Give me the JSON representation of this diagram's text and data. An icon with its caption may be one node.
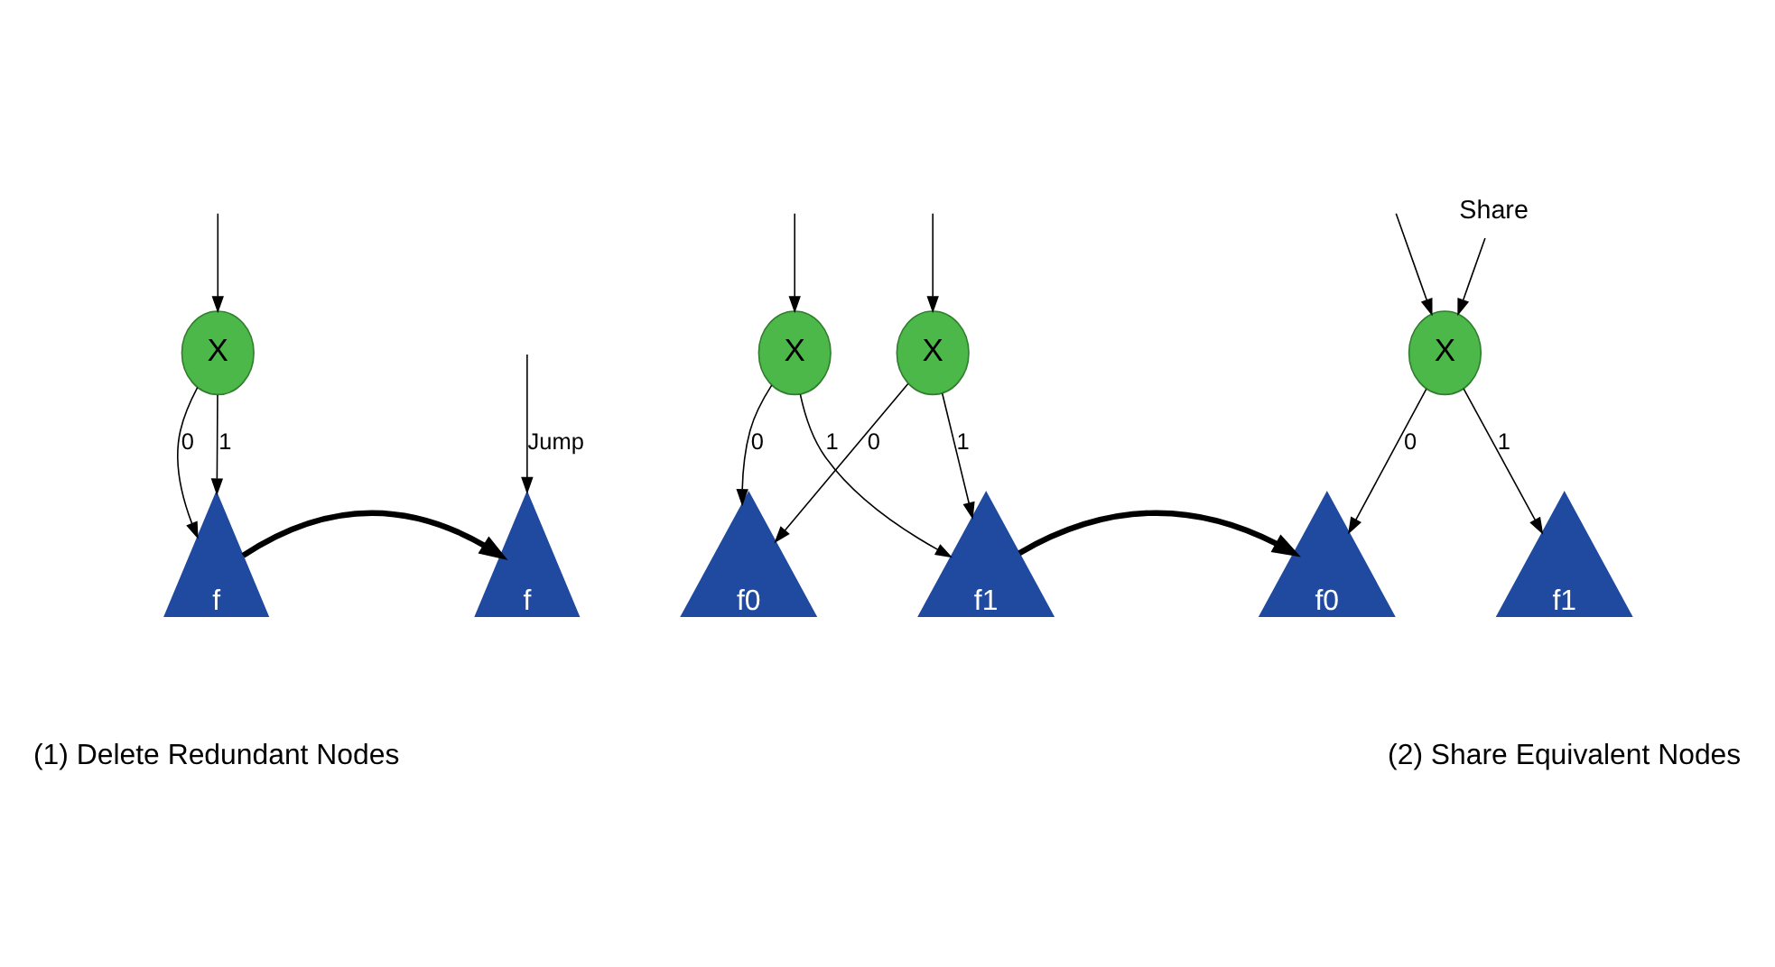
{
  "diagram": {
    "nodes": [
      {
        "text": [
          "X"
        ]
      },
      {
        "text": [
          "f"
        ]
      },
      {
        "text": [
          "f"
        ]
      },
      {
        "text": [
          "X"
        ]
      },
      {
        "text": [
          "X"
        ]
      },
      {
        "text": [
          "f0"
        ]
      },
      {
        "text": [
          "f1"
        ]
      },
      {
        "text": [
          "Share"
        ]
      },
      {
        "text": [
          "X"
        ]
      },
      {
        "text": [
          "f0"
        ]
      },
      {
        "text": [
          "f1"
        ]
      }
    ],
    "edges": [
      {
        "from": null,
        "to": 0,
        "arrow": "to"
      },
      {
        "from": 0,
        "to": 1,
        "label": "0",
        "arrow": "to"
      },
      {
        "from": 0,
        "to": 1,
        "label": "1",
        "arrow": "to"
      },
      {
        "from": 1,
        "to": 2,
        "arrow": "to",
        "style": "thick"
      },
      {
        "from": null,
        "to": 2,
        "label": "Jump",
        "arrow": "to"
      },
      {
        "from": null,
        "to": 3,
        "arrow": "to"
      },
      {
        "from": null,
        "to": 4,
        "arrow": "to"
      },
      {
        "from": 3,
        "to": 5,
        "label": "0",
        "arrow": "to"
      },
      {
        "from": 3,
        "to": 6,
        "label": "1",
        "arrow": "to"
      },
      {
        "from": 4,
        "to": 5,
        "label": "0",
        "arrow": "to"
      },
      {
        "from": 4,
        "to": 6,
        "label": "1",
        "arrow": "to"
      },
      {
        "from": 6,
        "to": 9,
        "arrow": "to",
        "style": "thick"
      },
      {
        "from": null,
        "to": 8,
        "arrow": "to"
      },
      {
        "from": 7,
        "to": 8,
        "arrow": "to"
      },
      {
        "from": 8,
        "to": 9,
        "label": "0",
        "arrow": "to"
      },
      {
        "from": 8,
        "to": 10,
        "label": "1",
        "arrow": "to"
      }
    ],
    "labels": [
      "(1) Delete Redundant Nodes",
      "(2) Share Equivalent Nodes"
    ]
  }
}
